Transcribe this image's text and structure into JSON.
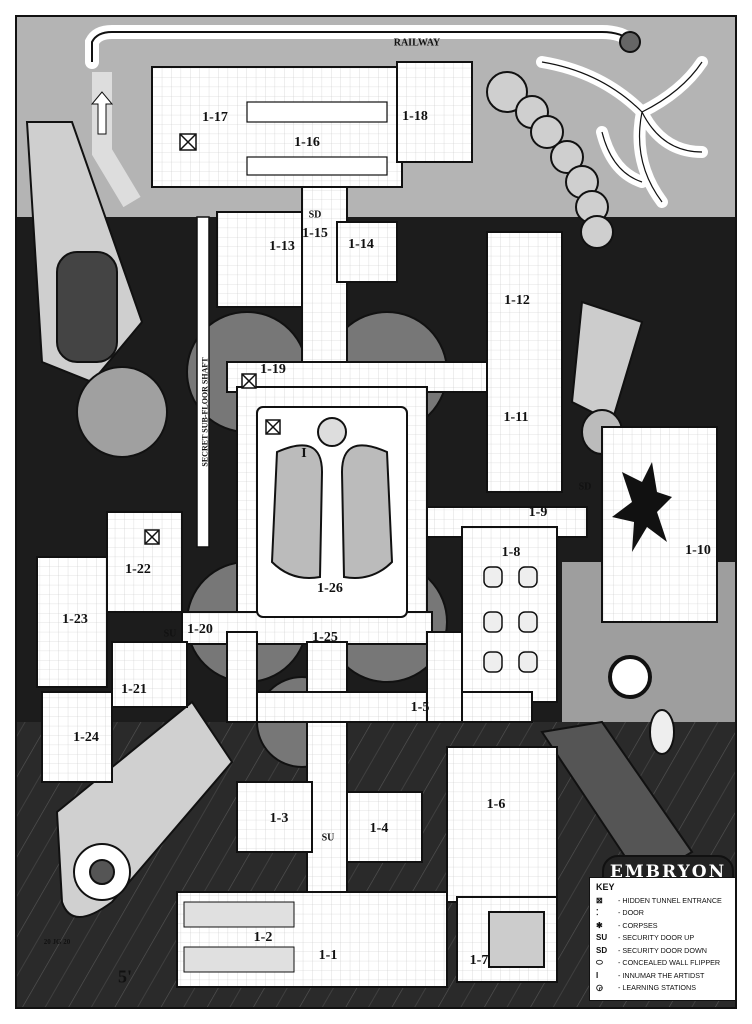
{
  "map": {
    "title_banner": "EMBRYON",
    "railway_label": "RAILWAY",
    "shaft_label": "SECRET SUB-FLOOR SHAFT",
    "scale_label": "5'",
    "signature": "20 JG 20",
    "rooms": [
      {
        "id": "1-1",
        "label": "1-1"
      },
      {
        "id": "1-2",
        "label": "1-2"
      },
      {
        "id": "1-3",
        "label": "1-3"
      },
      {
        "id": "1-4",
        "label": "1-4"
      },
      {
        "id": "1-5",
        "label": "1-5"
      },
      {
        "id": "1-6",
        "label": "1-6"
      },
      {
        "id": "1-7",
        "label": "1-7"
      },
      {
        "id": "1-8",
        "label": "1-8"
      },
      {
        "id": "1-9",
        "label": "1-9"
      },
      {
        "id": "1-10",
        "label": "1-10"
      },
      {
        "id": "1-11",
        "label": "1-11"
      },
      {
        "id": "1-12",
        "label": "1-12"
      },
      {
        "id": "1-13",
        "label": "1-13"
      },
      {
        "id": "1-14",
        "label": "1-14"
      },
      {
        "id": "1-15",
        "label": "1-15"
      },
      {
        "id": "1-16",
        "label": "1-16"
      },
      {
        "id": "1-17",
        "label": "1-17"
      },
      {
        "id": "1-18",
        "label": "1-18"
      },
      {
        "id": "1-19",
        "label": "1-19"
      },
      {
        "id": "1-20",
        "label": "1-20"
      },
      {
        "id": "1-21",
        "label": "1-21"
      },
      {
        "id": "1-22",
        "label": "1-22"
      },
      {
        "id": "1-23",
        "label": "1-23"
      },
      {
        "id": "1-24",
        "label": "1-24"
      },
      {
        "id": "1-25",
        "label": "1-25"
      },
      {
        "id": "1-26",
        "label": "1-26"
      }
    ],
    "door_marks": [
      {
        "id": "sd-top",
        "label": "SD"
      },
      {
        "id": "sd-east",
        "label": "SD"
      },
      {
        "id": "su-west",
        "label": "SU"
      },
      {
        "id": "su-south",
        "label": "SU"
      },
      {
        "id": "innumar",
        "label": "I"
      }
    ]
  },
  "key": {
    "title": "KEY",
    "entries": [
      {
        "symbol": "⊠",
        "text": "- HIDDEN TUNNEL ENTRANCE"
      },
      {
        "symbol": "⁚",
        "text": "- DOOR"
      },
      {
        "symbol": "✱",
        "text": "- CORPSES"
      },
      {
        "symbol": "SU",
        "text": "- SECURITY DOOR UP"
      },
      {
        "symbol": "SD",
        "text": "- SECURITY DOOR DOWN"
      },
      {
        "symbol": "⬭",
        "text": "- CONCEALED WALL FLIPPER"
      },
      {
        "symbol": "I",
        "text": "- INNUMAR THE ARTIDST"
      },
      {
        "symbol": "◶",
        "text": "- LEARNING STATIONS"
      }
    ]
  }
}
